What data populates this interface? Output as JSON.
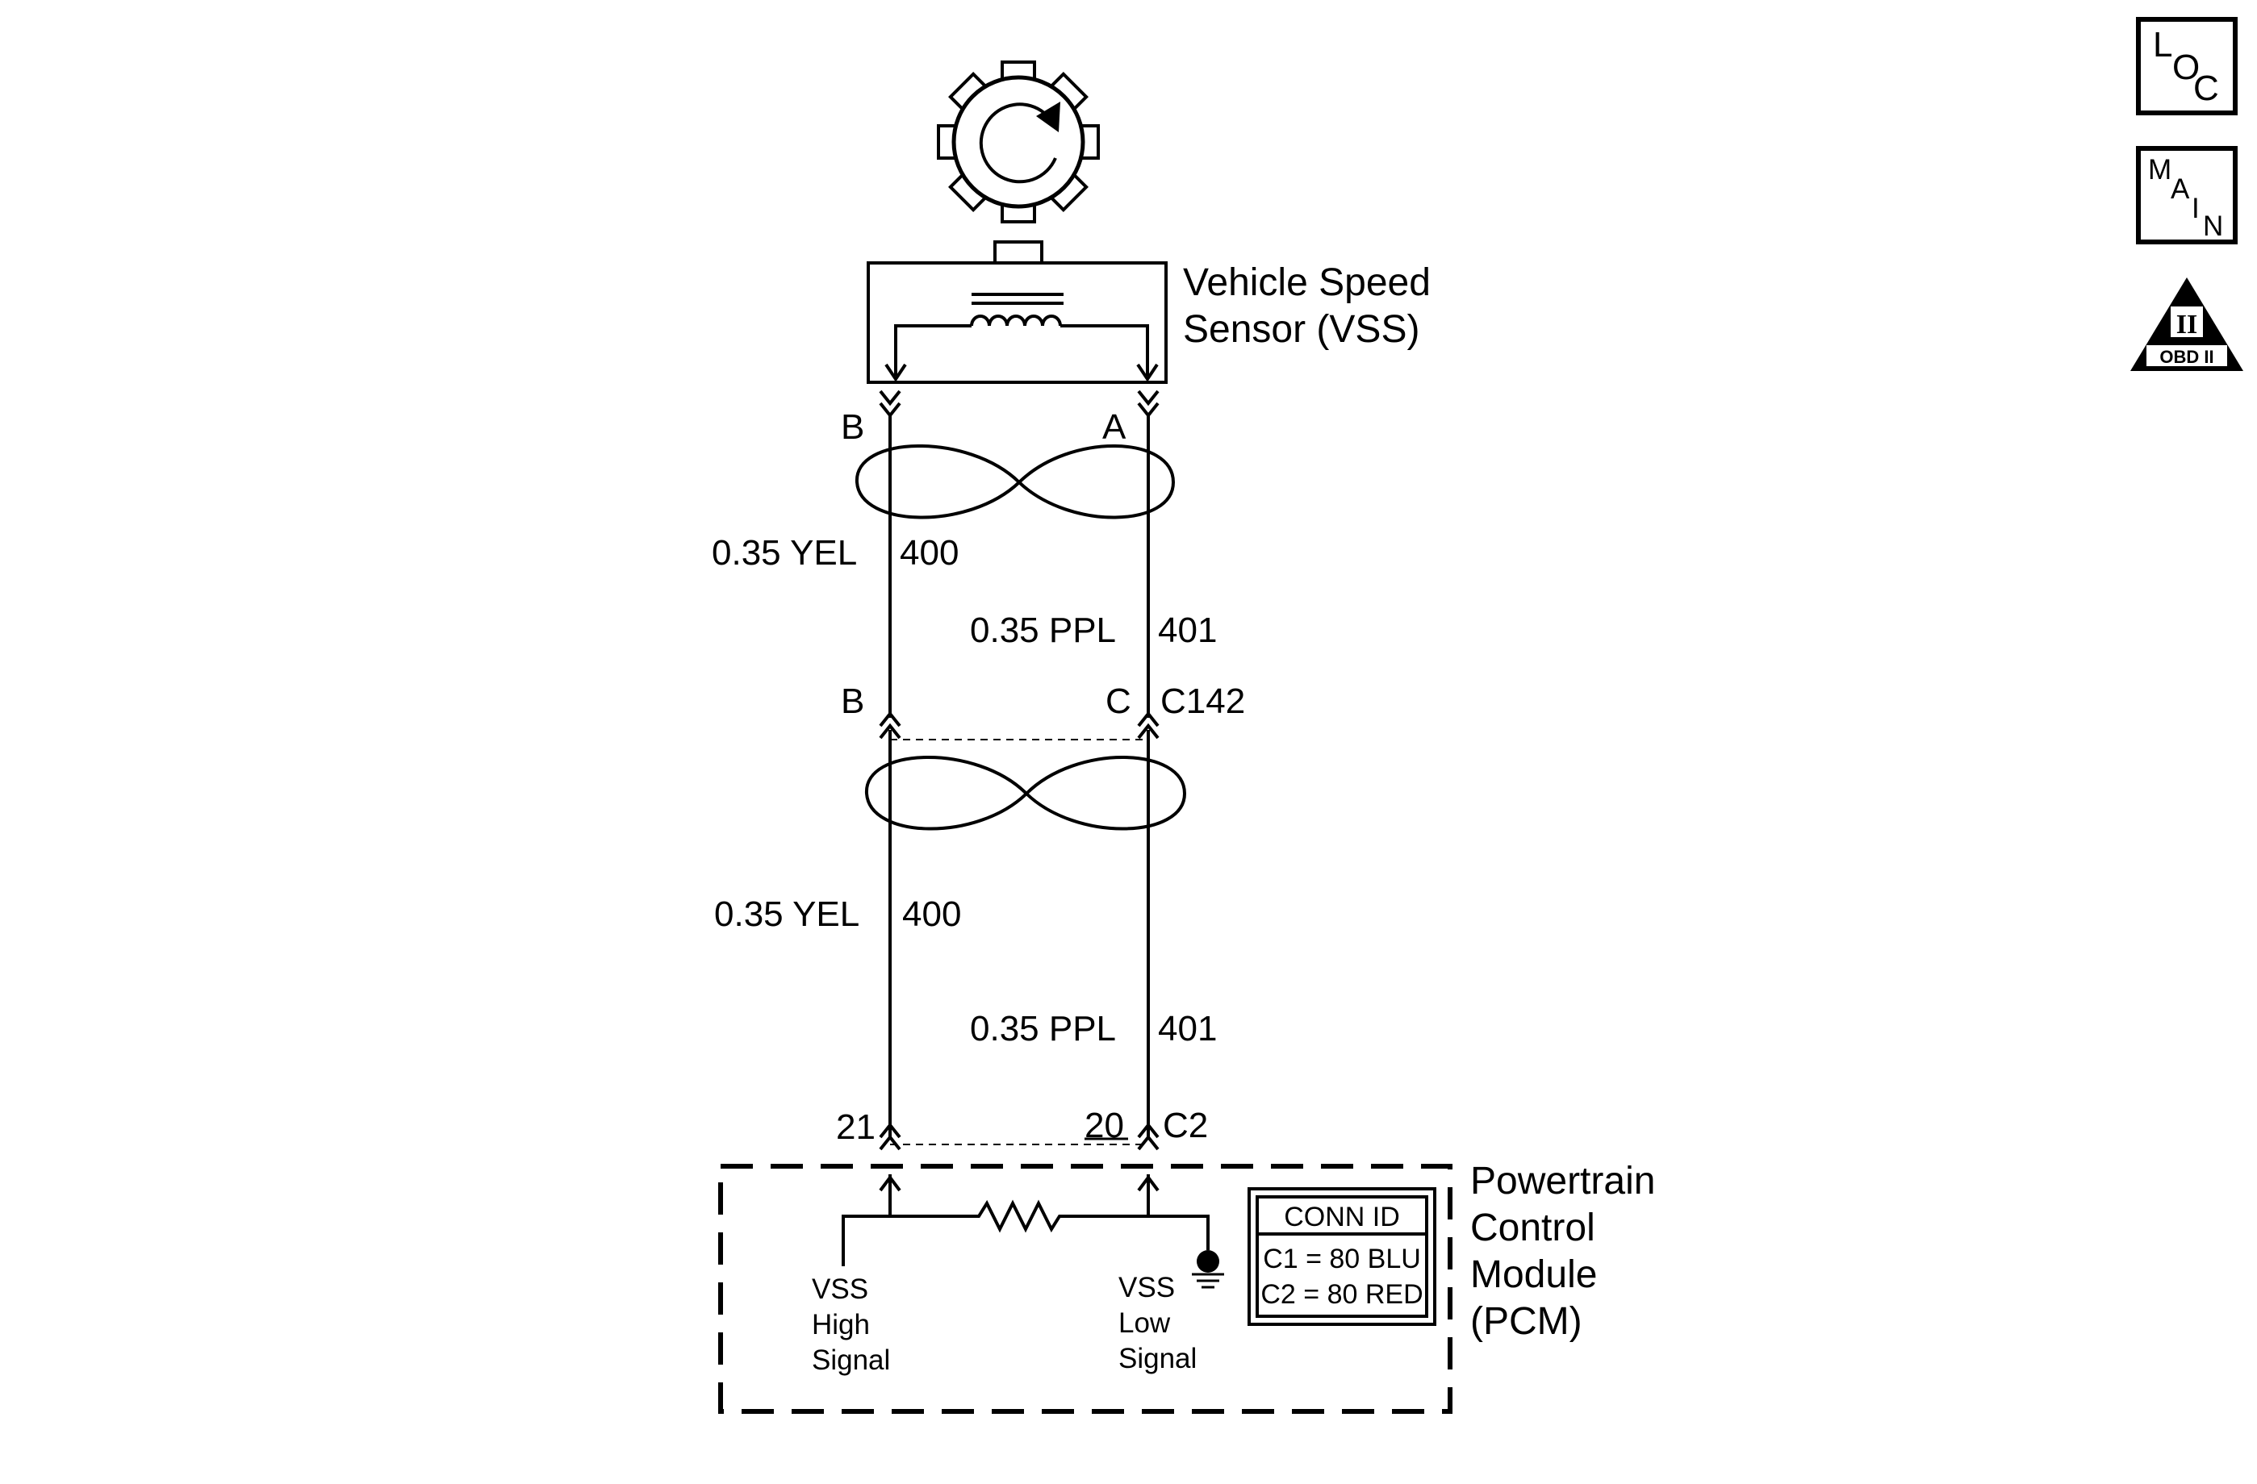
{
  "sensor": {
    "name_line1": "Vehicle Speed",
    "name_line2": "Sensor (VSS)",
    "pin_b": "B",
    "pin_a": "A"
  },
  "wires": {
    "upper_left_gauge_color": "0.35 YEL",
    "upper_left_circuit": "400",
    "upper_right_gauge_color": "0.35 PPL",
    "upper_right_circuit": "401",
    "lower_left_gauge_color": "0.35 YEL",
    "lower_left_circuit": "400",
    "lower_right_gauge_color": "0.35 PPL",
    "lower_right_circuit": "401"
  },
  "connector_c142": {
    "pin_left": "B",
    "pin_right": "C",
    "id": "C142"
  },
  "pcm_connector": {
    "pin_left": "21",
    "pin_right": "20",
    "id": "C2"
  },
  "pcm": {
    "name_line1": "Powertrain",
    "name_line2": "Control",
    "name_line3": "Module",
    "name_line4": "(PCM)",
    "high_line1": "VSS",
    "high_line2": "High",
    "high_line3": "Signal",
    "low_line1": "VSS",
    "low_line2": "Low",
    "low_line3": "Signal",
    "conn_id_title": "CONN ID",
    "conn_c1": "C1 = 80 BLU",
    "conn_c2": "C2 = 80 RED"
  },
  "nav": {
    "loc_l": "L",
    "loc_o": "O",
    "loc_c": "C",
    "main_m": "M",
    "main_a": "A",
    "main_i": "I",
    "main_n": "N",
    "obd_numeral": "II",
    "obd_label": "OBD II"
  }
}
